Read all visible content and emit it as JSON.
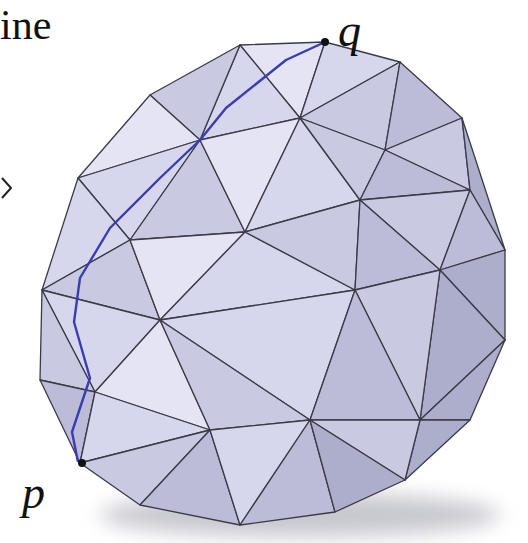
{
  "diagram": {
    "labels": [
      "ine",
      "q",
      "p"
    ]
  }
}
